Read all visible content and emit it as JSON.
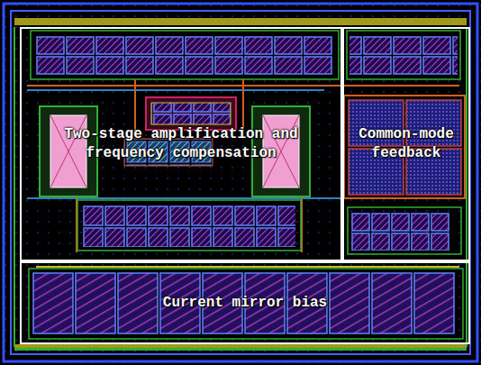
{
  "diagram": {
    "nodes": [
      {
        "text": [
          "Two-stage amplification and frequency compensation"
        ]
      },
      {
        "text": [
          "Common-mode feedback"
        ]
      },
      {
        "text": [
          "Current mirror bias"
        ]
      }
    ]
  }
}
